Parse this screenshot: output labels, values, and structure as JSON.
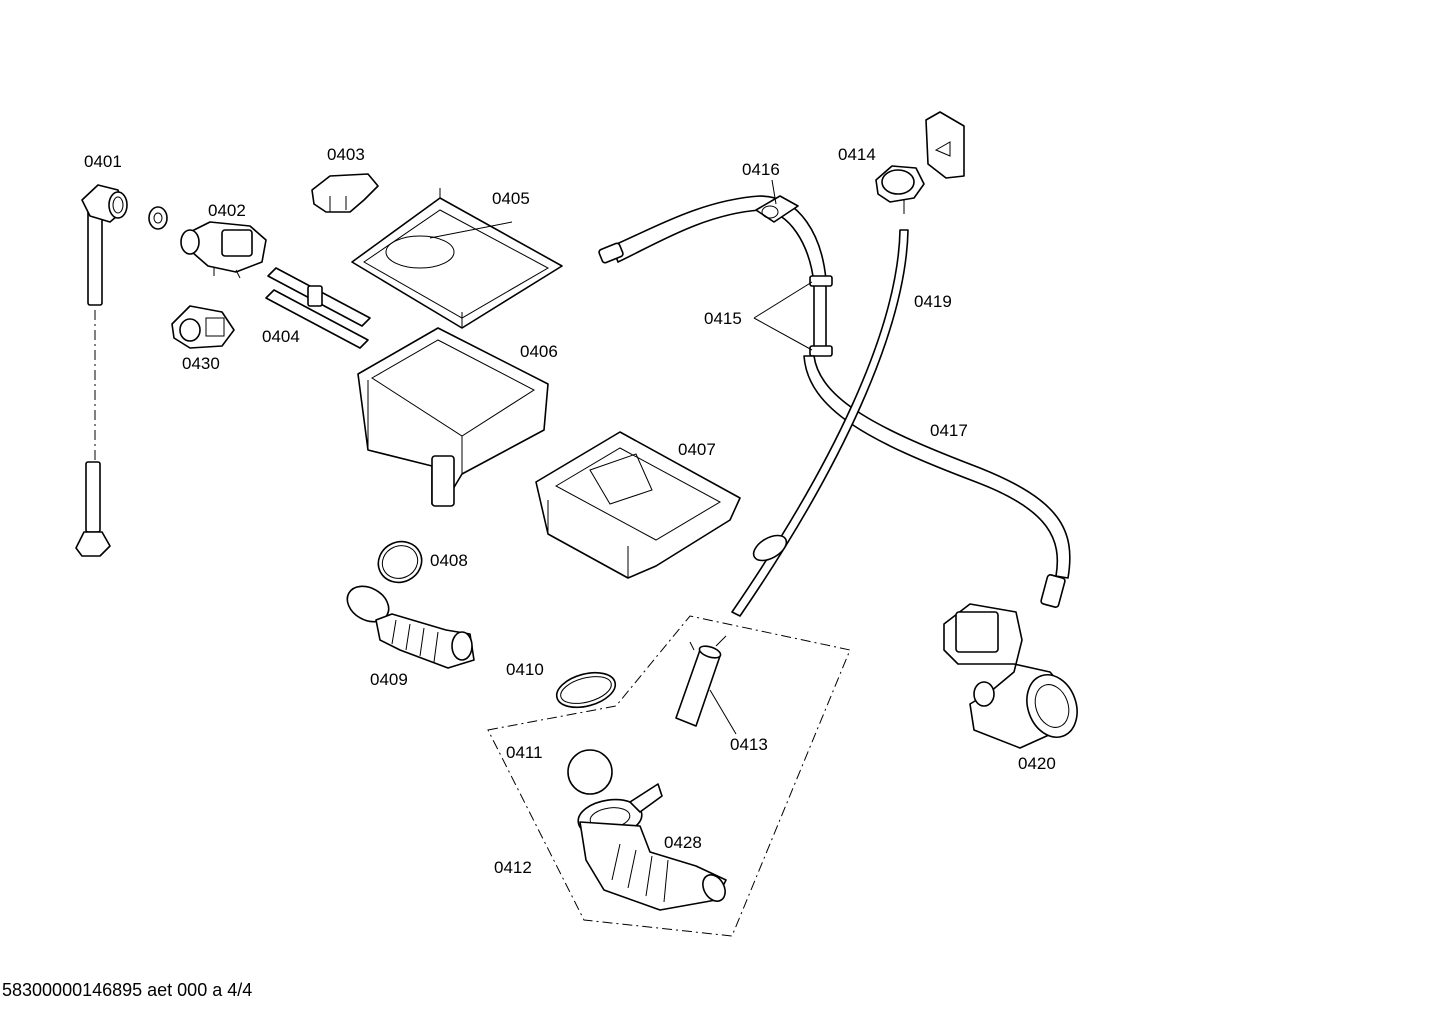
{
  "labels": {
    "p0401": "0401",
    "p0402": "0402",
    "p0403": "0403",
    "p0404": "0404",
    "p0405": "0405",
    "p0406": "0406",
    "p0407": "0407",
    "p0408": "0408",
    "p0409": "0409",
    "p0410": "0410",
    "p0411": "0411",
    "p0412": "0412",
    "p0413": "0413",
    "p0414": "0414",
    "p0415": "0415",
    "p0416": "0416",
    "p0417": "0417",
    "p0419": "0419",
    "p0420": "0420",
    "p0428": "0428",
    "p0430": "0430"
  },
  "footer": "58300000146895 aet 000 a 4/4"
}
